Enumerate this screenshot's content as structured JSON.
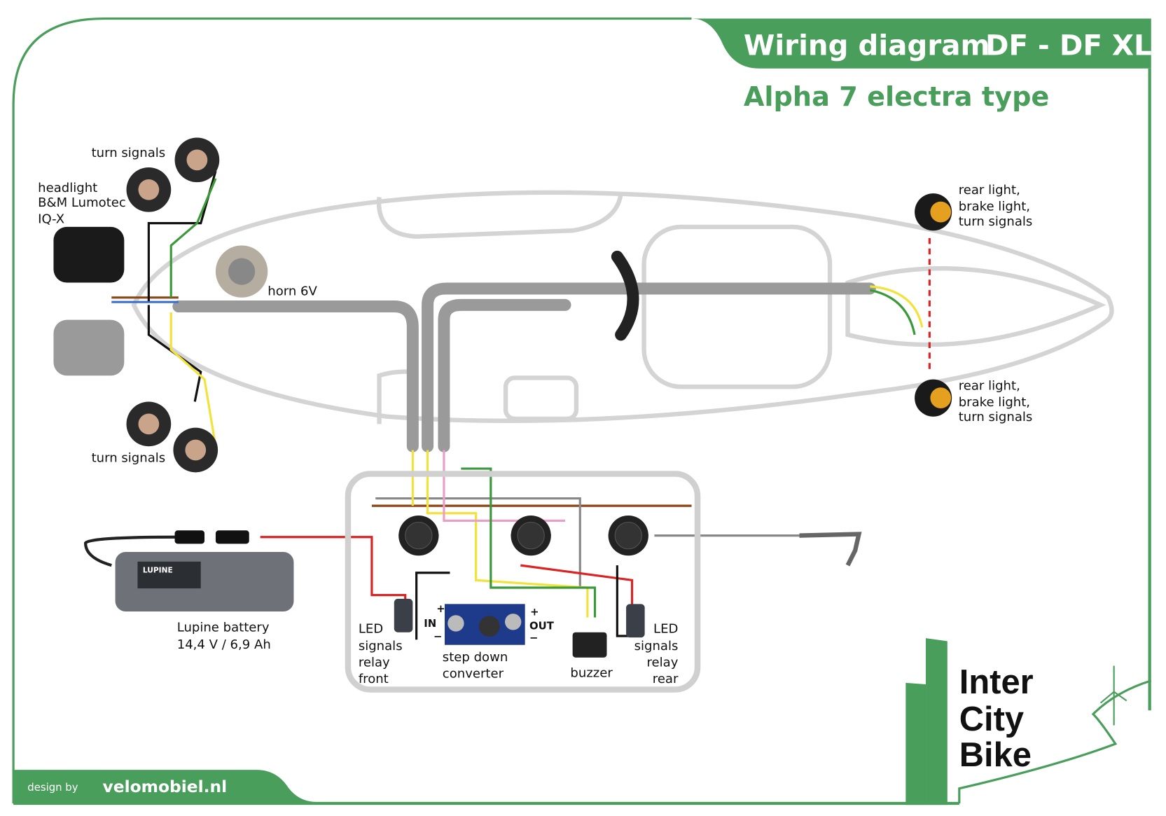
{
  "header": {
    "title": "Wiring diagram",
    "model": "DF - DF XL",
    "subtitle": "Alpha 7 electra type"
  },
  "labels": {
    "turn_signals_front_top": "turn signals",
    "headlight": [
      "headlight",
      "B&M Lumotec",
      "IQ-X"
    ],
    "horn": "horn 6V",
    "turn_signals_front_bottom": "turn signals",
    "rear_light_top": [
      "rear light,",
      "brake light,",
      "turn signals"
    ],
    "rear_light_bottom": [
      "rear light,",
      "brake light,",
      "turn signals"
    ],
    "battery": [
      "Lupine battery",
      "14,4 V / 6,9 Ah"
    ],
    "battery_brand": "LUPINE",
    "relay_front": [
      "LED",
      "signals",
      "relay",
      "front"
    ],
    "converter": [
      "step down",
      "converter"
    ],
    "converter_in": "IN",
    "converter_out": "OUT",
    "buzzer": "buzzer",
    "relay_rear": [
      "LED",
      "signals",
      "relay",
      "rear"
    ]
  },
  "footer": {
    "design_by": "design by",
    "brand": "velomobiel.nl"
  },
  "logo": {
    "line1": "Inter",
    "line2": "City",
    "line3": "Bike"
  },
  "colors": {
    "brand_green": "#4a9e5c",
    "harness_gray": "#9a9a9a",
    "outline_gray": "#d4d4d4"
  }
}
